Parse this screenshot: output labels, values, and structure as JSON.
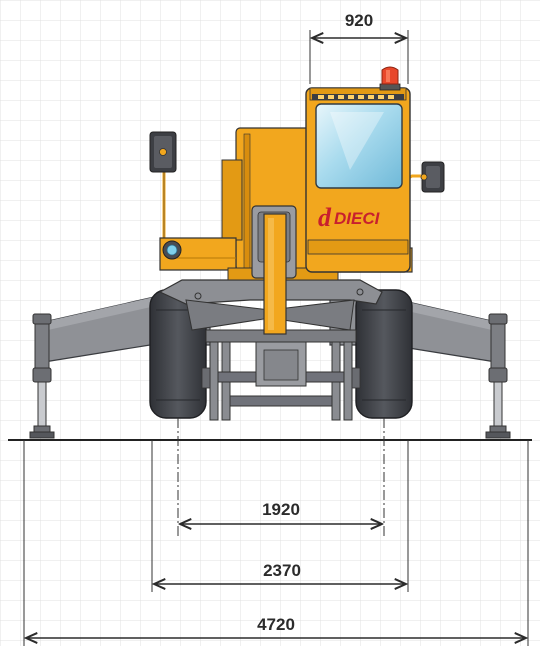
{
  "drawing": {
    "view": "front",
    "brand": {
      "mark": "d",
      "name": "DIECI"
    },
    "dimensions": {
      "cab_width": "920",
      "wheel_track": "1920",
      "overall_width": "2370",
      "outrigger_span": "4720"
    }
  },
  "colors": {
    "body_orange": "#f2a71e",
    "body_orange_dark": "#d88d0e",
    "grey_arm": "#8c8e92",
    "grey_dark": "#5e6066",
    "tyre": "#3e4046",
    "glass_blue": "#9fd3e8",
    "beacon": "#e8472a",
    "logo_red": "#c8202e",
    "grid": "#dcdcdc"
  }
}
